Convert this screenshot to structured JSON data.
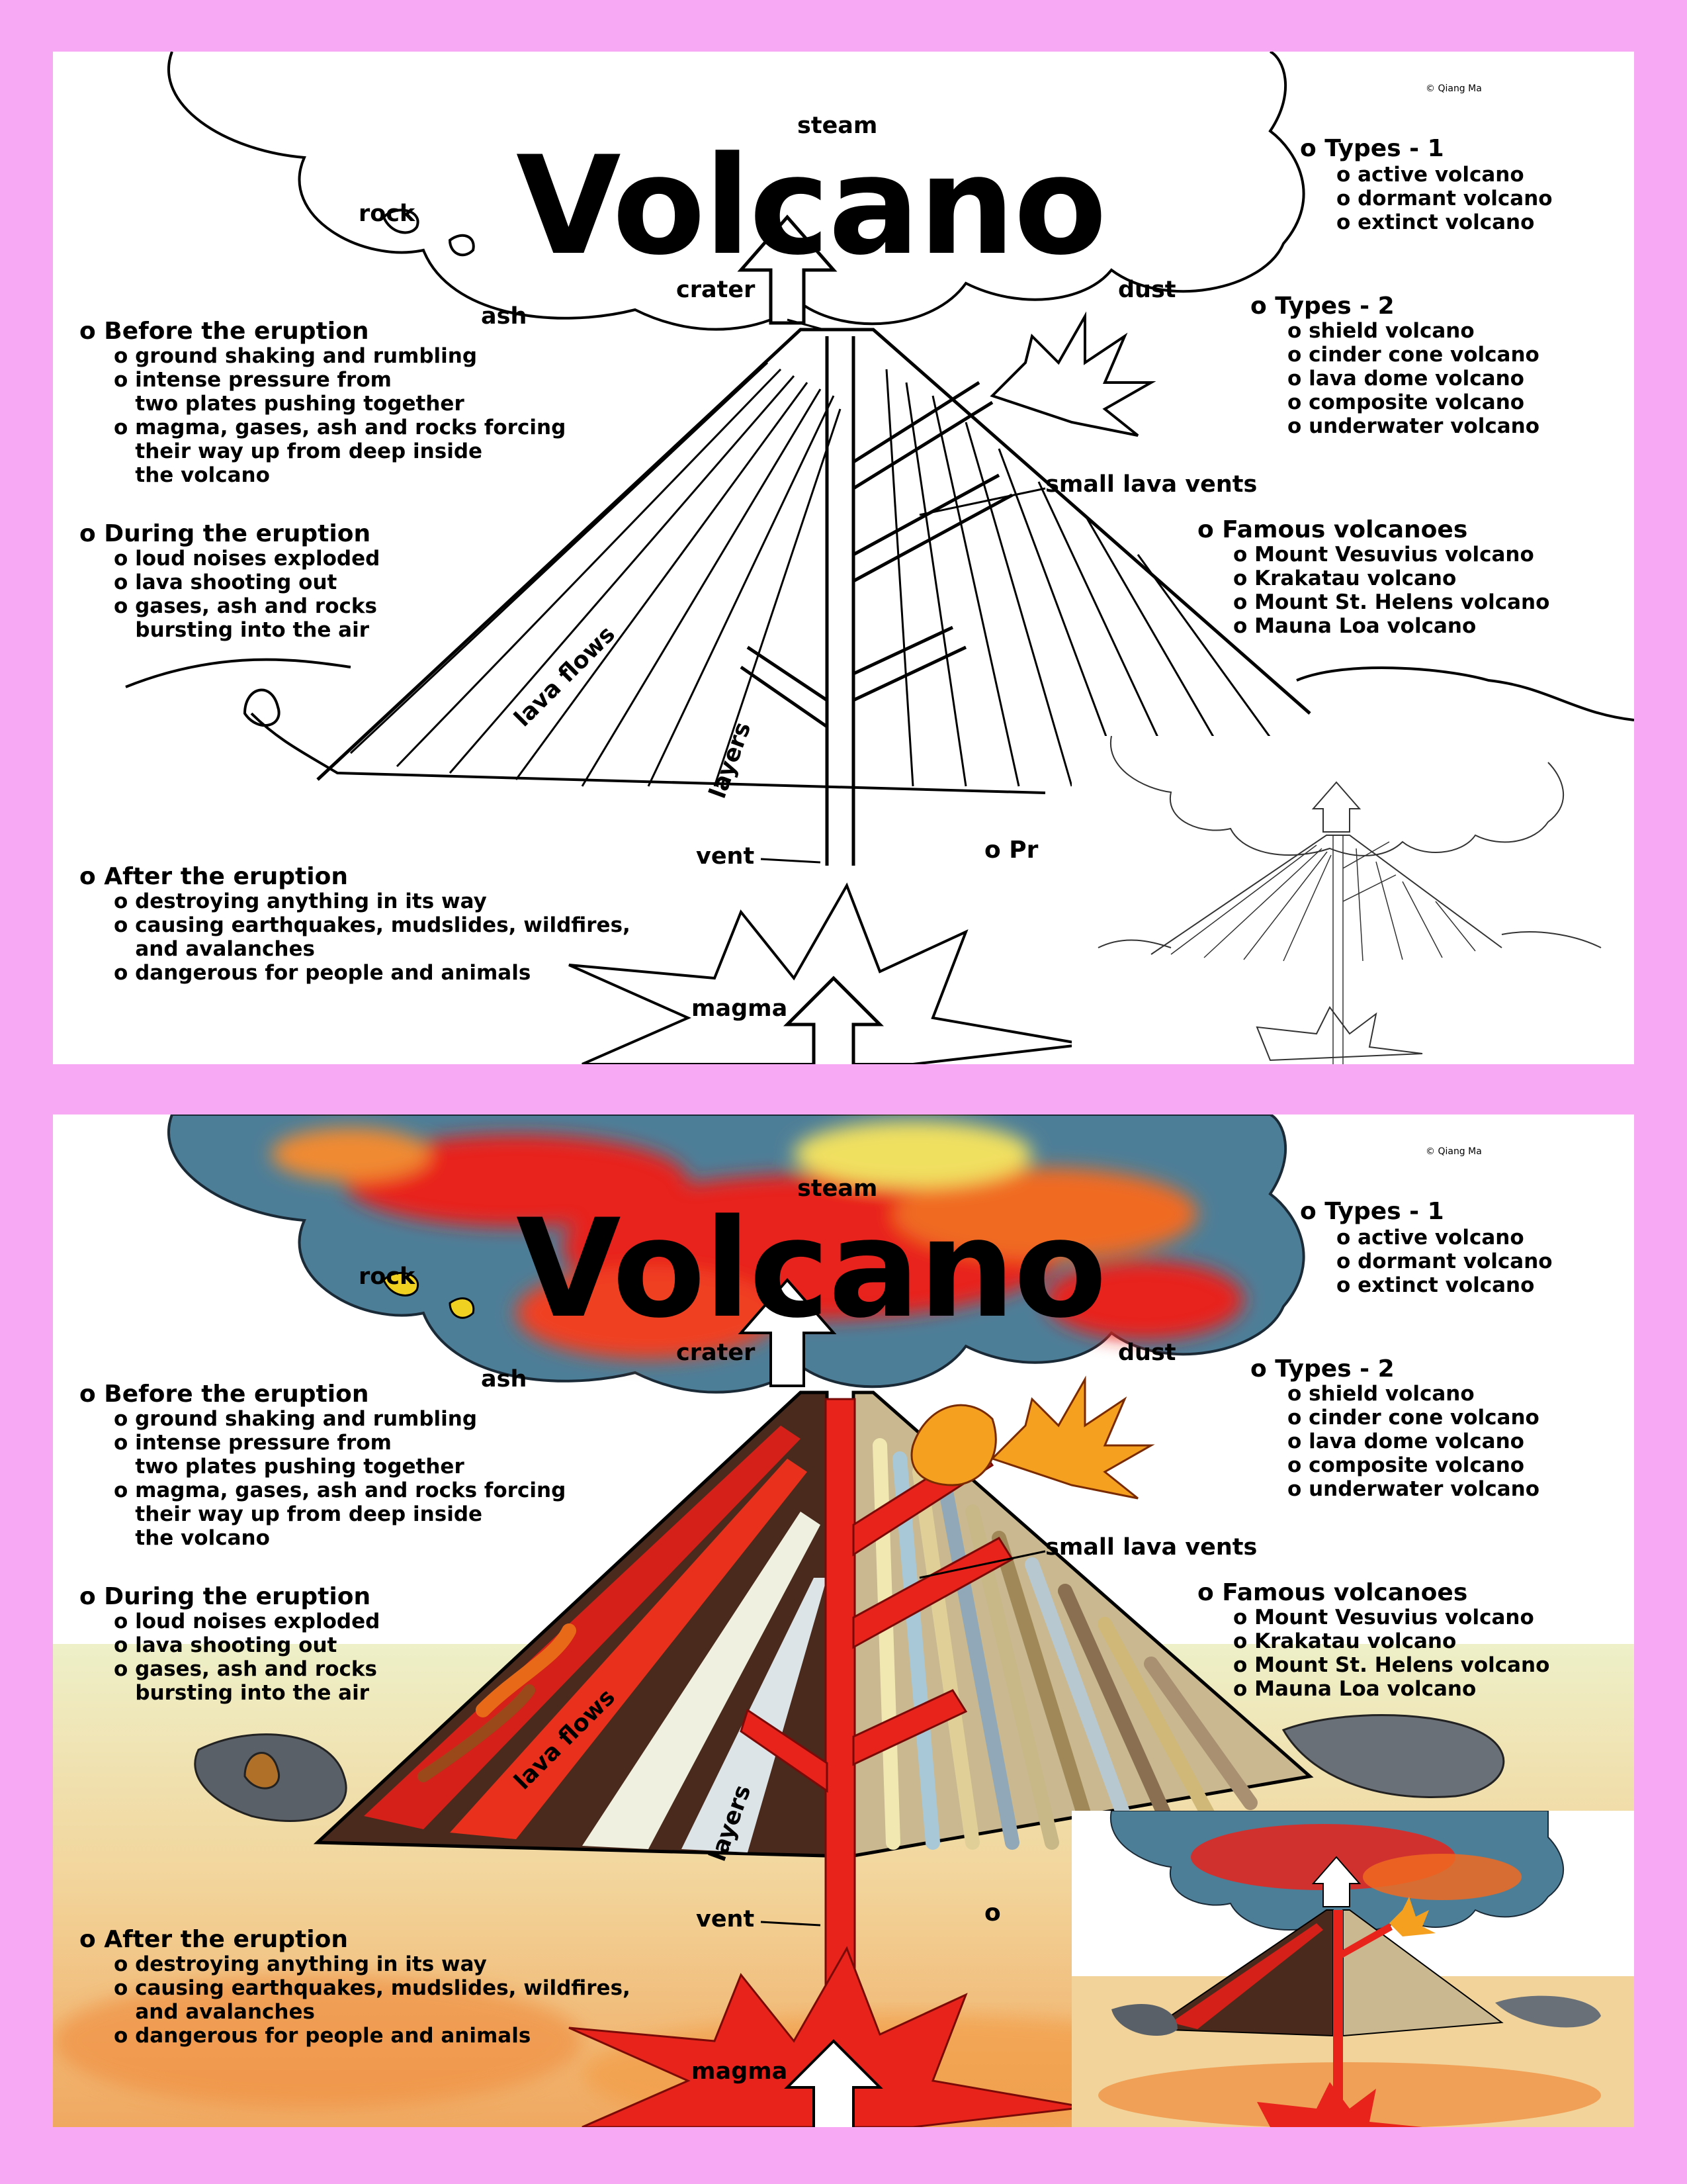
{
  "copyright": "© Qiang Ma",
  "title": "Volcano",
  "labels": {
    "steam": "steam",
    "rock": "rock",
    "ash": "ash",
    "crater": "crater",
    "dust": "dust",
    "small_lava_vents": "small lava vents",
    "lava_flows": "lava flows",
    "layers": "layers",
    "vent": "vent",
    "magma": "magma"
  },
  "types1": {
    "heading": "o Types - 1",
    "items": [
      "o active volcano",
      "o dormant volcano",
      "o extinct volcano"
    ]
  },
  "types2": {
    "heading": "o Types - 2",
    "items": [
      "o shield volcano",
      "o cinder cone volcano",
      "o lava dome volcano",
      "o composite volcano",
      "o underwater volcano"
    ]
  },
  "famous": {
    "heading": "o Famous volcanoes",
    "items": [
      "o Mount Vesuvius volcano",
      "o Krakatau volcano",
      "o Mount St. Helens volcano",
      "o Mauna Loa volcano"
    ]
  },
  "before": {
    "heading": "o Before the eruption",
    "items": [
      "o ground shaking and rumbling",
      "o intense pressure from",
      "   two plates pushing together",
      "o magma, gases, ash and rocks forcing",
      "   their way up from deep inside",
      "   the volcano"
    ]
  },
  "during": {
    "heading": "o During the eruption",
    "items": [
      "o loud noises exploded",
      "o lava shooting out",
      "o gases, ash and rocks",
      "   bursting into the air"
    ]
  },
  "after": {
    "heading": "o After the eruption",
    "items": [
      "o destroying anything in its way",
      "o causing earthquakes, mudslides, wildfires,",
      "   and avalanches",
      "o dangerous for people and animals"
    ]
  },
  "partial_heading_top": "o Pr",
  "partial_heading_bottom": "o",
  "colors": {
    "background": "#f7a9f3",
    "lava": "#e8231c",
    "cloud": "#4a7a96",
    "ground": "#f2c48a"
  }
}
